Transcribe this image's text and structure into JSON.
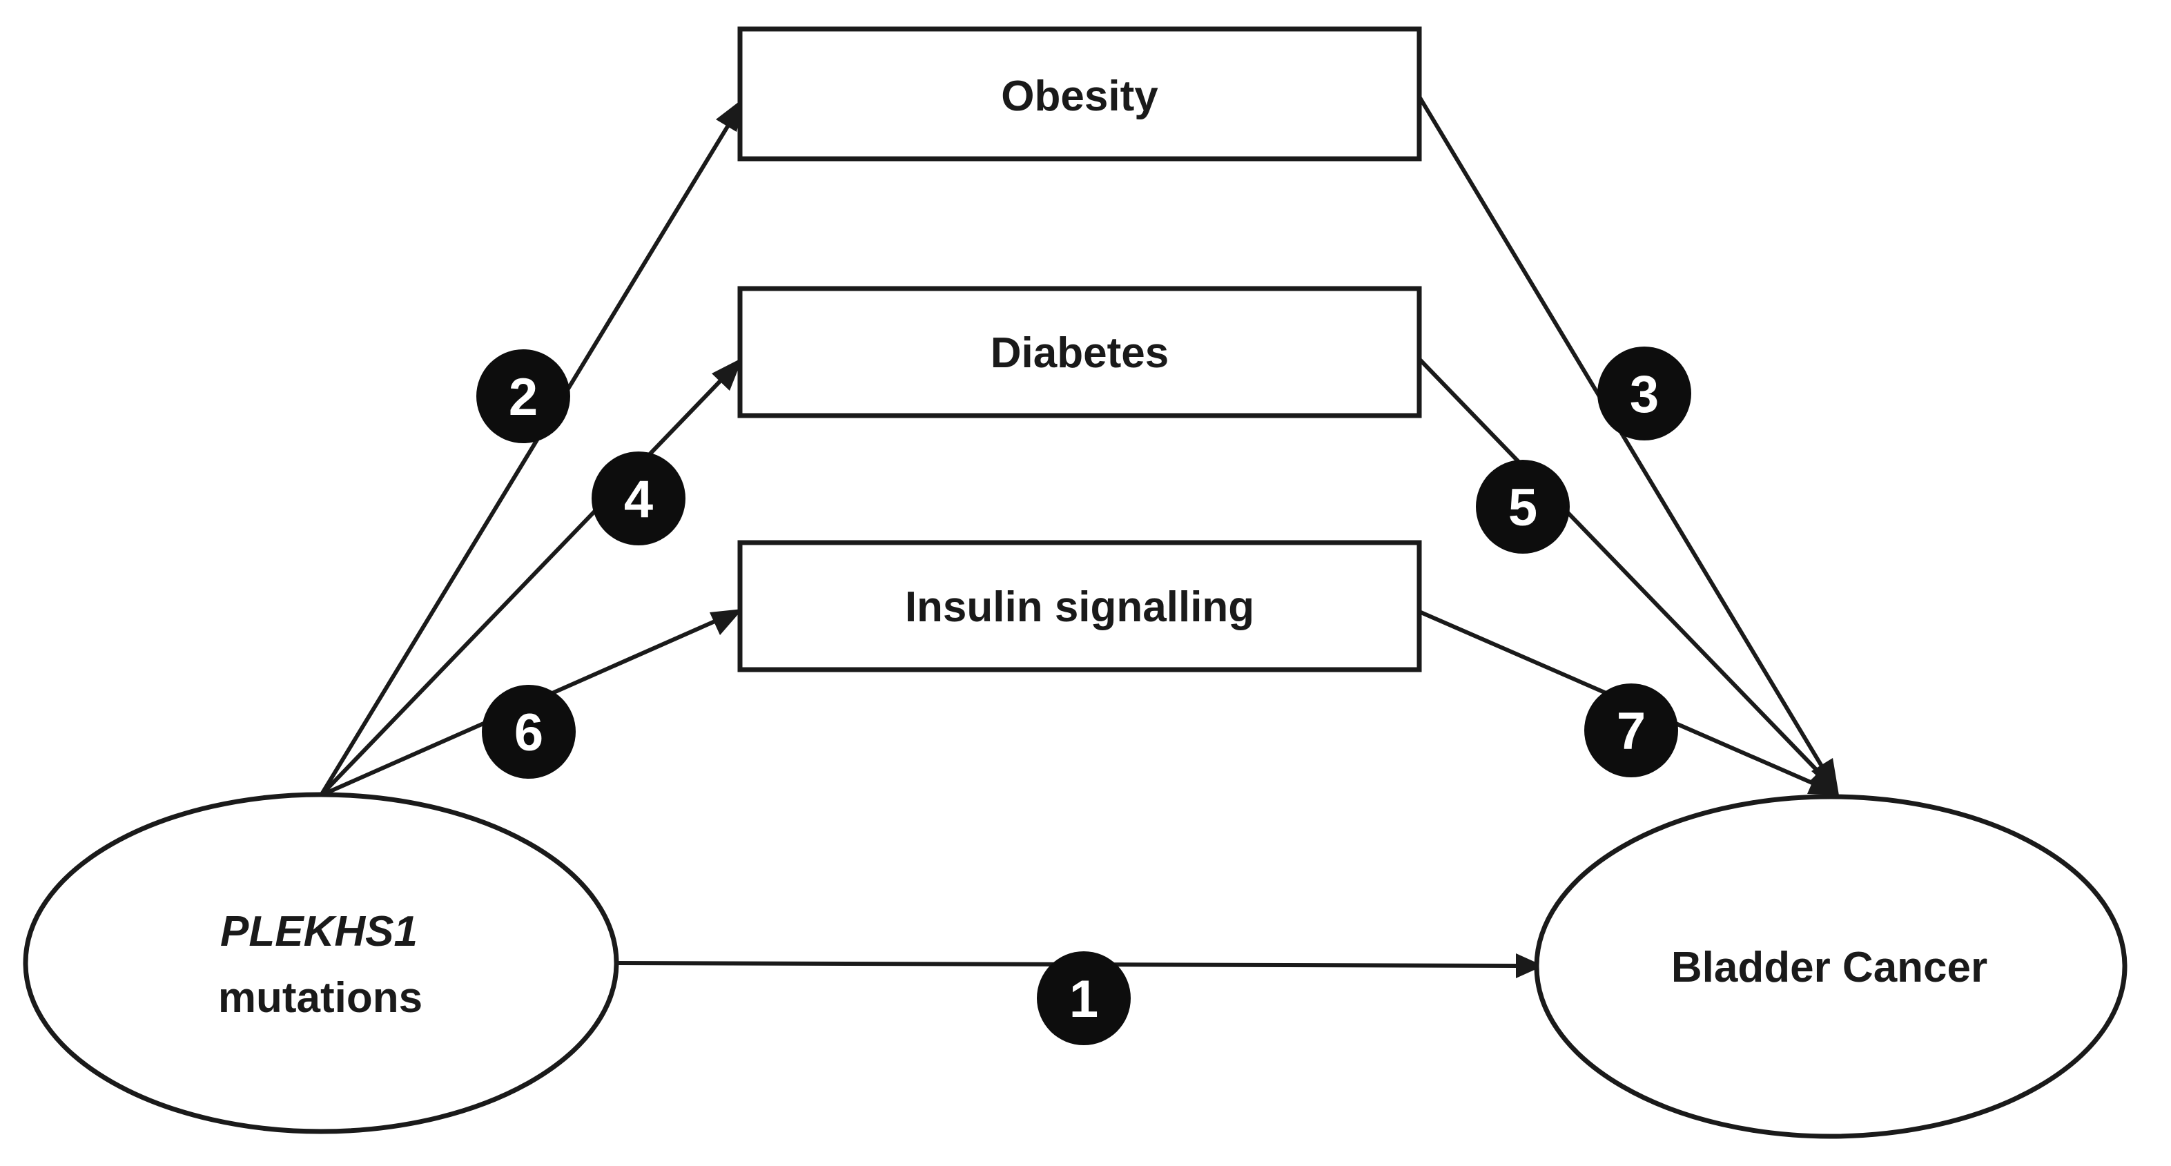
{
  "nodes": {
    "exposure": {
      "line1": "PLEKHS1",
      "line2": "mutations"
    },
    "outcome": {
      "label": "Bladder Cancer"
    },
    "mediators": [
      {
        "label": "Obesity"
      },
      {
        "label": "Diabetes"
      },
      {
        "label": "Insulin signalling"
      }
    ]
  },
  "paths": [
    {
      "number": "1",
      "from": "PLEKHS1 mutations",
      "to": "Bladder Cancer"
    },
    {
      "number": "2",
      "from": "PLEKHS1 mutations",
      "to": "Obesity"
    },
    {
      "number": "3",
      "from": "Obesity",
      "to": "Bladder Cancer"
    },
    {
      "number": "4",
      "from": "PLEKHS1 mutations",
      "to": "Diabetes"
    },
    {
      "number": "5",
      "from": "Diabetes",
      "to": "Bladder Cancer"
    },
    {
      "number": "6",
      "from": "PLEKHS1 mutations",
      "to": "Insulin signalling"
    },
    {
      "number": "7",
      "from": "Insulin signalling",
      "to": "Bladder Cancer"
    }
  ]
}
